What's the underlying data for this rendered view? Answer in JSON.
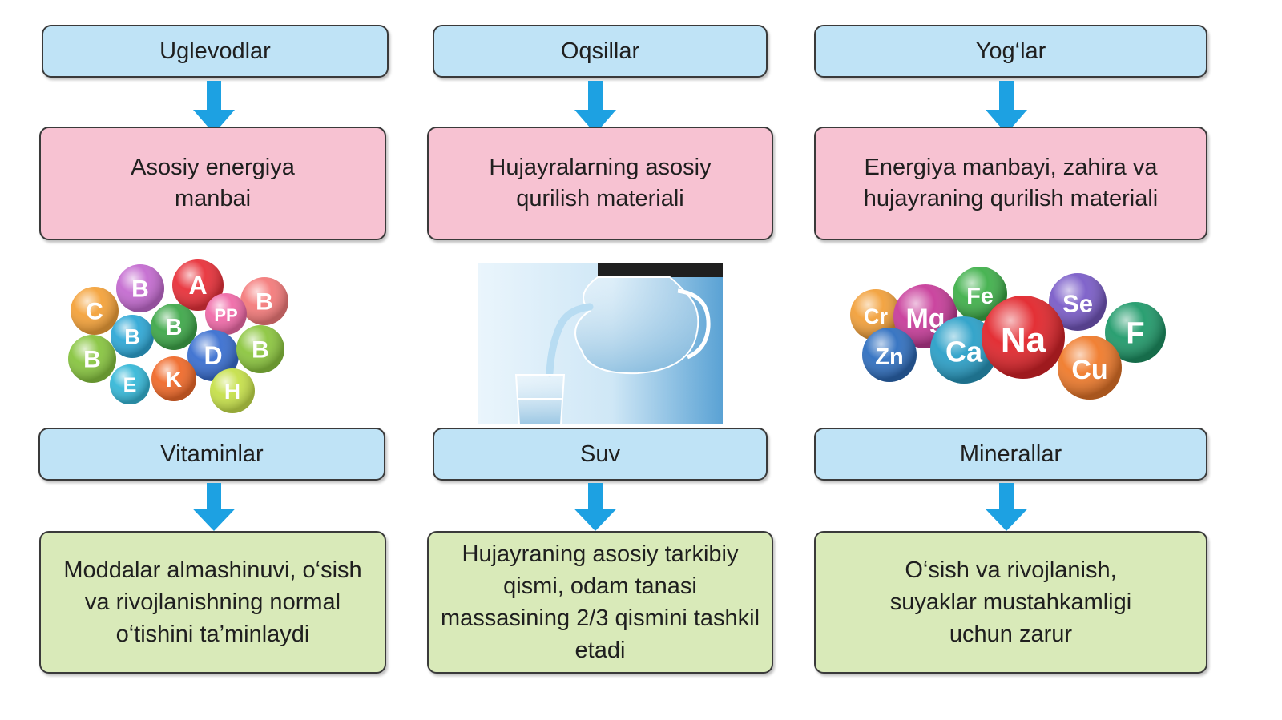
{
  "top_row": [
    {
      "name": "Uglevodlar",
      "description": "Asosiy energiya manbai"
    },
    {
      "name": "Oqsillar",
      "description": "Hujayralarning asosiy qurilish materiali"
    },
    {
      "name": "Yog‘lar",
      "description": "Energiya manbayi, zahira va hujayraning qurilish materiali"
    }
  ],
  "bottom_row": [
    {
      "name": "Vitaminlar",
      "description": "Moddalar almashinuvi, o‘sish va rivojlanishning normal o‘tishini ta’minlaydi"
    },
    {
      "name": "Suv",
      "description": "Hujayraning asosiy tarkibiy qismi, odam tanasi massasining 2/3 qismini tashkil etadi"
    },
    {
      "name": "Minerallar",
      "description": "O‘sish va rivojlanish, suyaklar mustahkamligi uchun zarur"
    }
  ],
  "vitamin_balls": [
    {
      "label": "B",
      "color": "#c46bd0"
    },
    {
      "label": "A",
      "color": "#e8313a"
    },
    {
      "label": "C",
      "color": "#f4a23a"
    },
    {
      "label": "B",
      "color": "#f47b7b"
    },
    {
      "label": "B",
      "color": "#2fa8d6"
    },
    {
      "label": "B",
      "color": "#3fa84a"
    },
    {
      "label": "PP",
      "color": "#f06aa8"
    },
    {
      "label": "B",
      "color": "#88c540"
    },
    {
      "label": "D",
      "color": "#3a6fd0"
    },
    {
      "label": "B",
      "color": "#8cc63f"
    },
    {
      "label": "E",
      "color": "#36b8d8"
    },
    {
      "label": "K",
      "color": "#f06a2a"
    },
    {
      "label": "H",
      "color": "#c6e04a"
    }
  ],
  "mineral_balls": [
    {
      "label": "Cr",
      "color": "#f2a03a"
    },
    {
      "label": "Mg",
      "color": "#c83c9a"
    },
    {
      "label": "Fe",
      "color": "#3fb04a"
    },
    {
      "label": "Se",
      "color": "#7a5cc8"
    },
    {
      "label": "Zn",
      "color": "#2f6fc0"
    },
    {
      "label": "Ca",
      "color": "#2aa0c8"
    },
    {
      "label": "Na",
      "color": "#e2252b"
    },
    {
      "label": "F",
      "color": "#1f9a6a"
    },
    {
      "label": "Cu",
      "color": "#f07a2a"
    }
  ],
  "colors": {
    "header_fill": "#bfe3f6",
    "function_fill_top": "#f7c2d2",
    "function_fill_bottom": "#d9eab9",
    "arrow": "#1da1e2"
  }
}
